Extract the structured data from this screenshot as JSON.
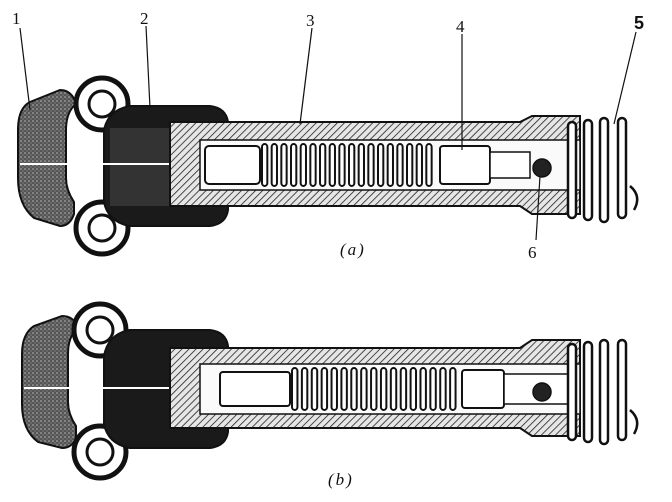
{
  "labels": [
    {
      "id": "1",
      "text": "1"
    },
    {
      "id": "2",
      "text": "2"
    },
    {
      "id": "3",
      "text": "3"
    },
    {
      "id": "4",
      "text": "4"
    },
    {
      "id": "5",
      "text": "5"
    },
    {
      "id": "6",
      "text": "6"
    }
  ],
  "captions": {
    "a": "(a)",
    "b": "(b)"
  }
}
